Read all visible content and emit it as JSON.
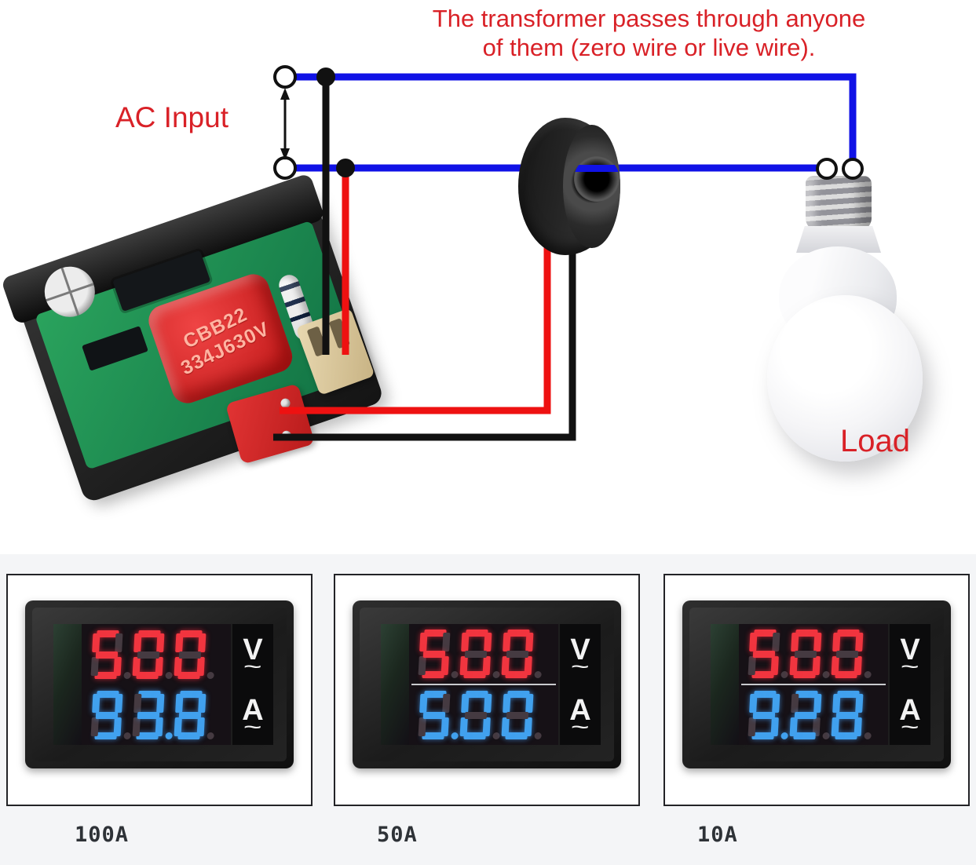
{
  "title": {
    "line1": "The transformer passes through anyone",
    "line2": "of them (zero wire or live wire)."
  },
  "labels": {
    "ac_input": "AC Input",
    "load": "Load"
  },
  "module": {
    "capacitor_line1": "CBB22",
    "capacitor_line2": "334J630V"
  },
  "meters": [
    {
      "caption": "100A",
      "voltage": "500",
      "current": "93.8",
      "voltage_unit": "V",
      "current_unit": "A",
      "ac_symbol": "~",
      "divider": false
    },
    {
      "caption": "50A",
      "voltage": "500",
      "current": "5.00",
      "voltage_unit": "V",
      "current_unit": "A",
      "ac_symbol": "~",
      "divider": true
    },
    {
      "caption": "10A",
      "voltage": "500",
      "current": "9.28",
      "voltage_unit": "V",
      "current_unit": "A",
      "ac_symbol": "~",
      "divider": true
    }
  ],
  "colors": {
    "accent_red": "#d92127",
    "wire_blue": "#1012e6",
    "wire_red": "#ee1111",
    "wire_black": "#111111",
    "digit_red": "#f1353f",
    "digit_blue": "#41a1ee",
    "pcb_green": "#1f9152",
    "capacitor_red": "#d32a2a",
    "display_background": "#161116"
  }
}
